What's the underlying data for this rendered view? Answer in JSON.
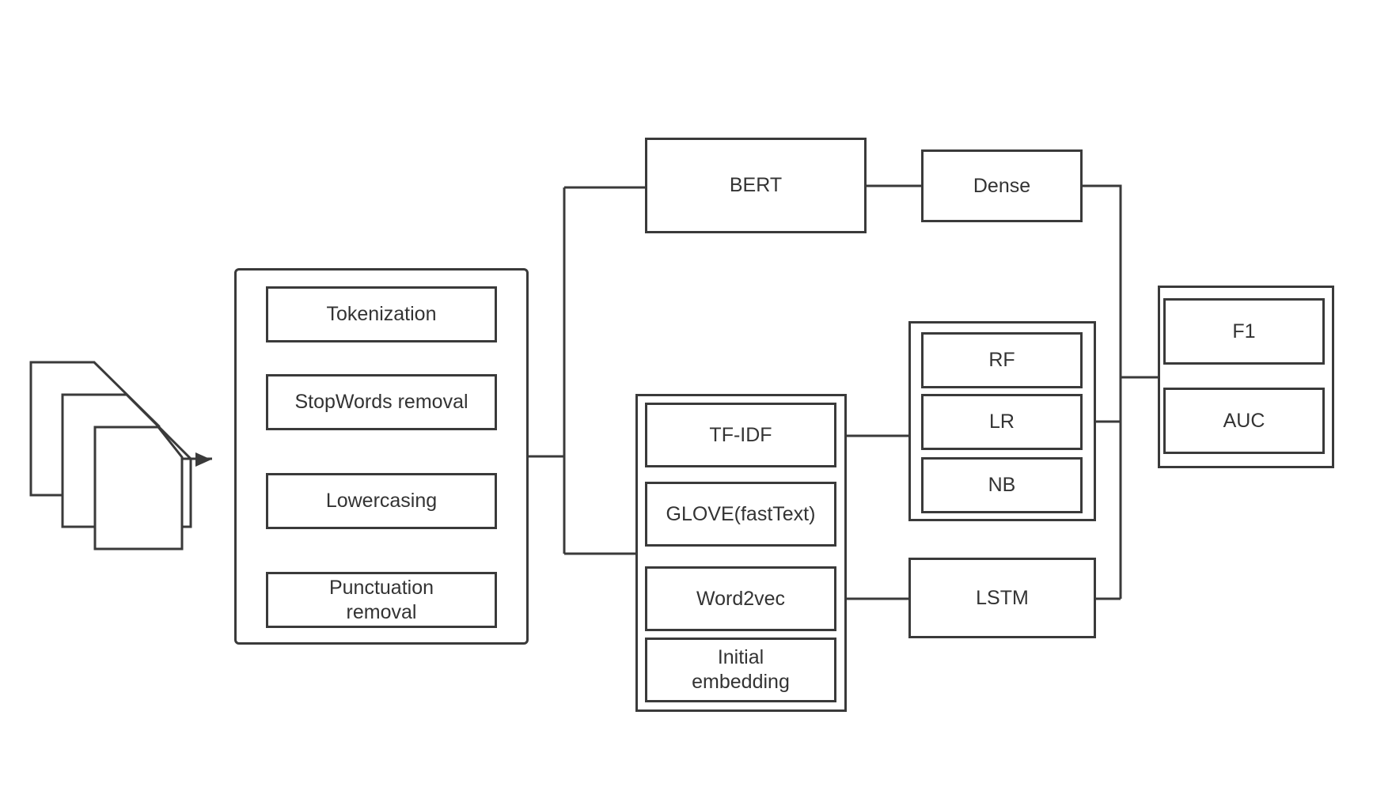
{
  "diagram": {
    "preprocessing": {
      "steps": [
        "Tokenization",
        "StopWords removal",
        "Lowercasing",
        "Punctuation\nremoval"
      ]
    },
    "bert": "BERT",
    "dense": "Dense",
    "embeddings": [
      "TF-IDF",
      "GLOVE(fastText)",
      "Word2vec",
      "Initial\nembedding"
    ],
    "classifiers": [
      "RF",
      "LR",
      "NB"
    ],
    "lstm": "LSTM",
    "metrics": [
      "F1",
      "AUC"
    ]
  }
}
